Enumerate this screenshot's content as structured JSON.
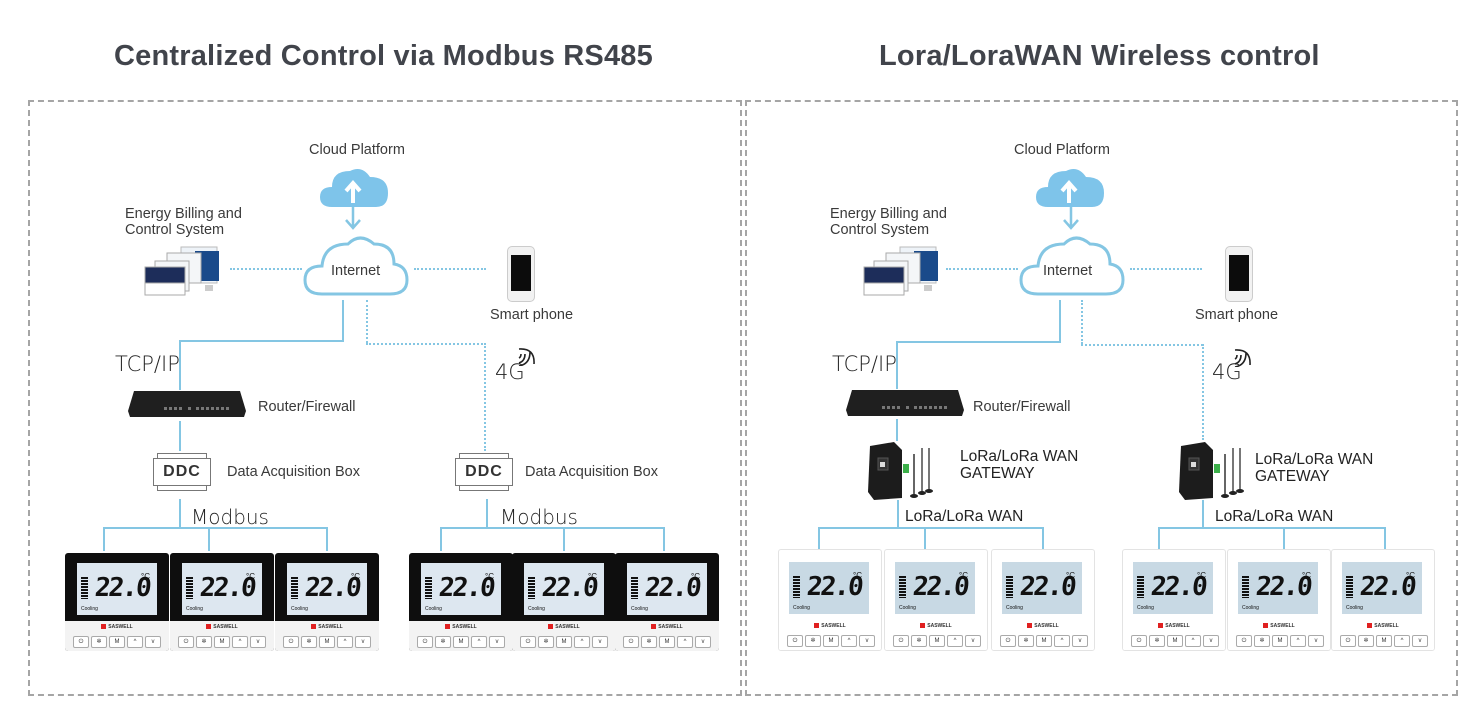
{
  "titles": {
    "left": "Centralized Control via Modbus RS485",
    "right": "Lora/LoraWAN Wireless control"
  },
  "left_panel": {
    "cloud_platform": "Cloud Platform",
    "internet": "Internet",
    "billing_system": [
      "Energy Billing and",
      "Control System"
    ],
    "smart_phone": "Smart phone",
    "tcpip": "TCP/IP",
    "cellular": "4G",
    "router": "Router/Firewall",
    "ddc_label": "DDC",
    "acquisition_box": "Data Acquisition Box",
    "bus": "Modbus",
    "thermostat": {
      "temp": "22.0",
      "unit": "°C",
      "mode": "Cooling",
      "brand": "SASWELL",
      "buttons": [
        "⏻",
        "✲",
        "M",
        "^",
        "v"
      ]
    }
  },
  "right_panel": {
    "cloud_platform": "Cloud Platform",
    "internet": "Internet",
    "billing_system": [
      "Energy Billing and",
      "Control System"
    ],
    "smart_phone": "Smart phone",
    "tcpip": "TCP/IP",
    "cellular": "4G",
    "router": "Router/Firewall",
    "gateway": [
      "LoRa/LoRa WAN",
      "GATEWAY"
    ],
    "bus": "LoRa/LoRa WAN",
    "thermostat": {
      "temp": "22.0",
      "unit": "°C",
      "mode": "Cooling",
      "brand": "SASWELL",
      "buttons": [
        "⏻",
        "✲",
        "M",
        "^",
        "v"
      ]
    }
  },
  "colors": {
    "link": "#84c6e3",
    "cloud_fill": "#7ec4ea",
    "title": "#41444b",
    "border": "#a5a5a5"
  }
}
